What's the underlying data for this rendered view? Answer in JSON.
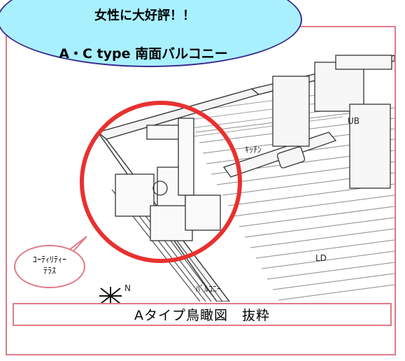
{
  "banner": {
    "headline": "女性に大好評！！",
    "subtitle": "A・C type 南面バルコニー"
  },
  "drawing_labels": {
    "kitchen": "ｷｯﾁﾝ",
    "bath": "UB",
    "living_dining": "LD",
    "balcony": "ﾊﾞﾙｺﾆｰ",
    "north": "N"
  },
  "callout": {
    "line1": "ﾕｰﾃｨﾘﾃｨｰ",
    "line2": "ﾃﾗｽ"
  },
  "caption": "Aタイプ鳥瞰図　抜粋",
  "colors": {
    "frame": "#e07a86",
    "highlight_circle": "#e8312f",
    "banner_fill": "#a9f0ff",
    "banner_stroke": "#3b2b8f"
  }
}
